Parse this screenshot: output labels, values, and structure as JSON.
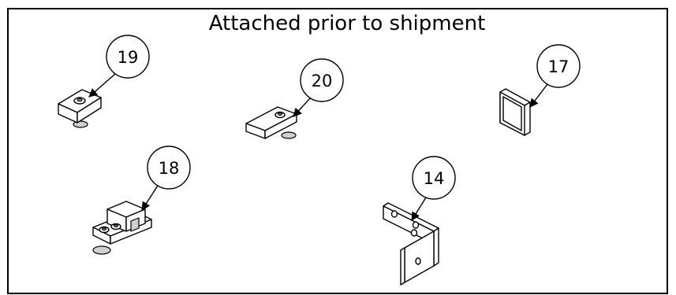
{
  "title": "Attached prior to shipment",
  "balloons": [
    {
      "id": "19",
      "label": "19"
    },
    {
      "id": "20",
      "label": "20"
    },
    {
      "id": "17",
      "label": "17"
    },
    {
      "id": "18",
      "label": "18"
    },
    {
      "id": "14",
      "label": "14"
    }
  ],
  "colors": {
    "line": "#000000",
    "background": "#ffffff",
    "shade": "#d0d0d0"
  }
}
